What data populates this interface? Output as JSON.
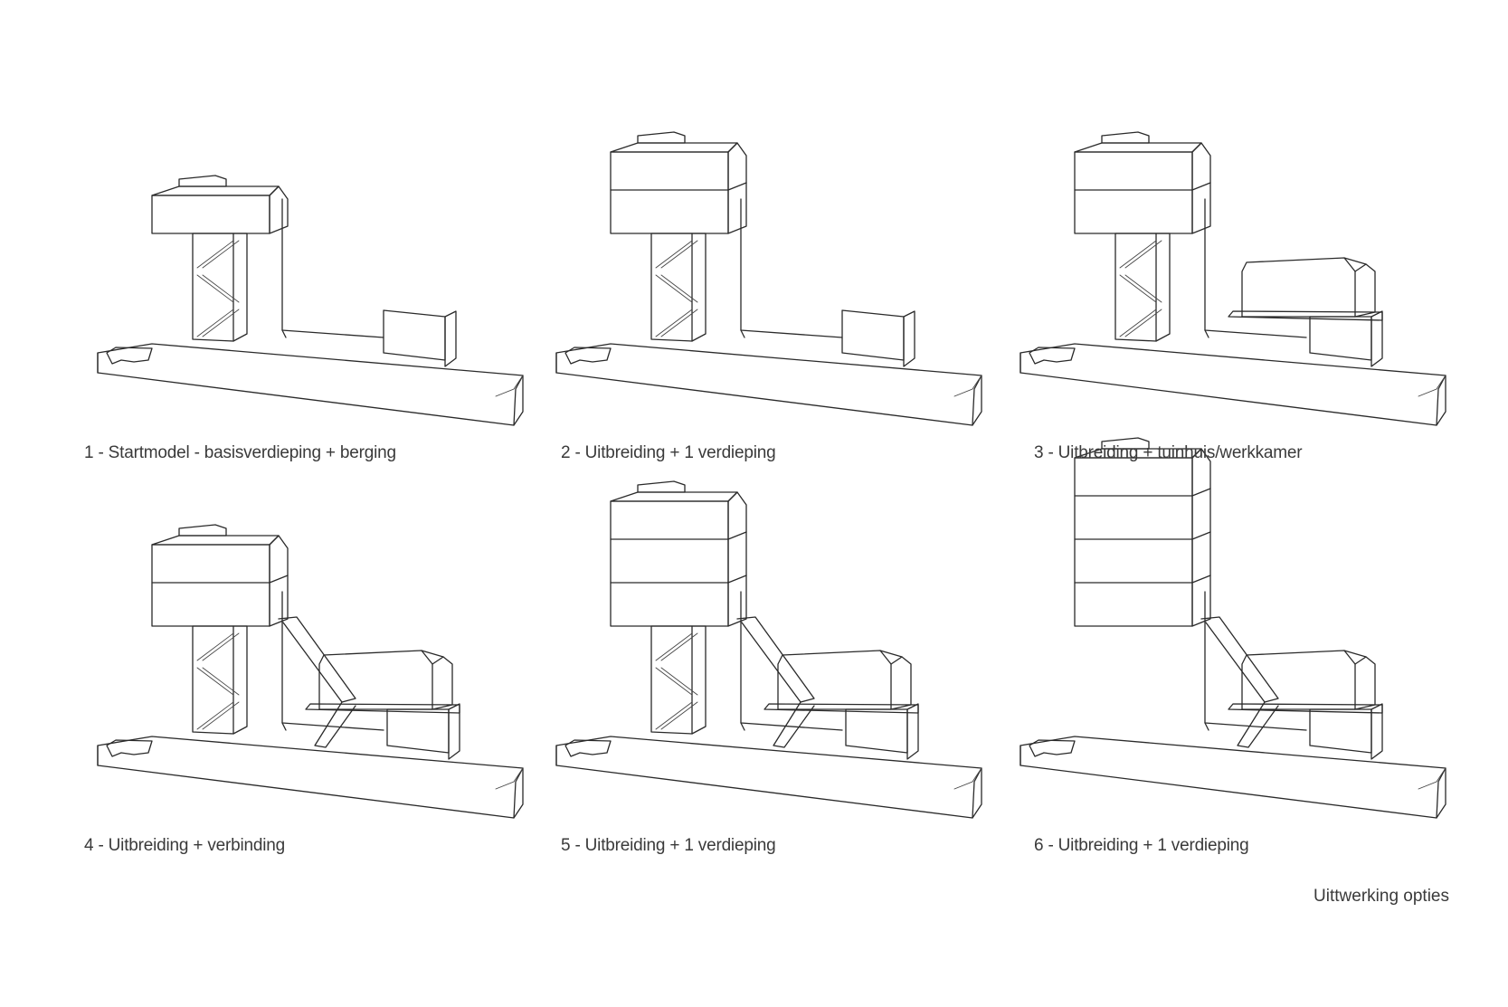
{
  "diagram": {
    "options": [
      {
        "index": 1,
        "caption": "1 - Startmodel - basisverdieping + berging",
        "floors": 1,
        "tuinhuis": false,
        "verbinding": false
      },
      {
        "index": 2,
        "caption": "2 - Uitbreiding + 1 verdieping",
        "floors": 2,
        "tuinhuis": false,
        "verbinding": false
      },
      {
        "index": 3,
        "caption": "3 - Uitbreiding  + tuinhuis/werkkamer",
        "floors": 2,
        "tuinhuis": true,
        "verbinding": false
      },
      {
        "index": 4,
        "caption": "4 - Uitbreiding + verbinding",
        "floors": 2,
        "tuinhuis": true,
        "verbinding": true
      },
      {
        "index": 5,
        "caption": "5 - Uitbreiding + 1 verdieping",
        "floors": 3,
        "tuinhuis": true,
        "verbinding": true
      },
      {
        "index": 6,
        "caption": "6 - Uitbreiding  + 1 verdieping",
        "floors": 4,
        "tuinhuis": true,
        "verbinding": true
      }
    ],
    "footer_title": "Uittwerking opties",
    "line_color": "#2a2a2a",
    "text_color": "#3a3a3a"
  }
}
